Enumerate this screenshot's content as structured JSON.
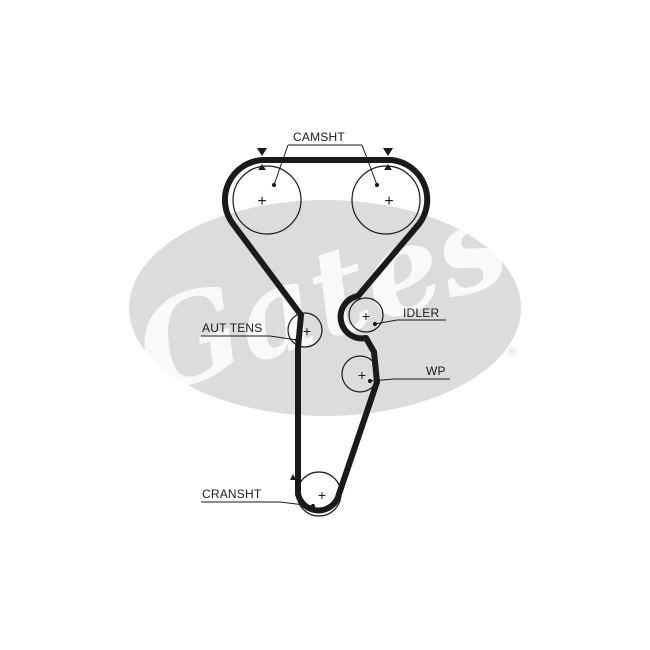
{
  "watermark": {
    "brand": "Gates",
    "registered": "®",
    "color": "#dcdcdc"
  },
  "belt": {
    "color": "#1a1a1a"
  },
  "labels": {
    "camshaft": "CAMSHT",
    "idler": "IDLER",
    "auto_tensioner": "AUT TENS",
    "water_pump": "WP",
    "crankshaft": "CRANSHT"
  },
  "pulley_center_mark": "+",
  "timing_mark_glyph": "triangle-marker"
}
